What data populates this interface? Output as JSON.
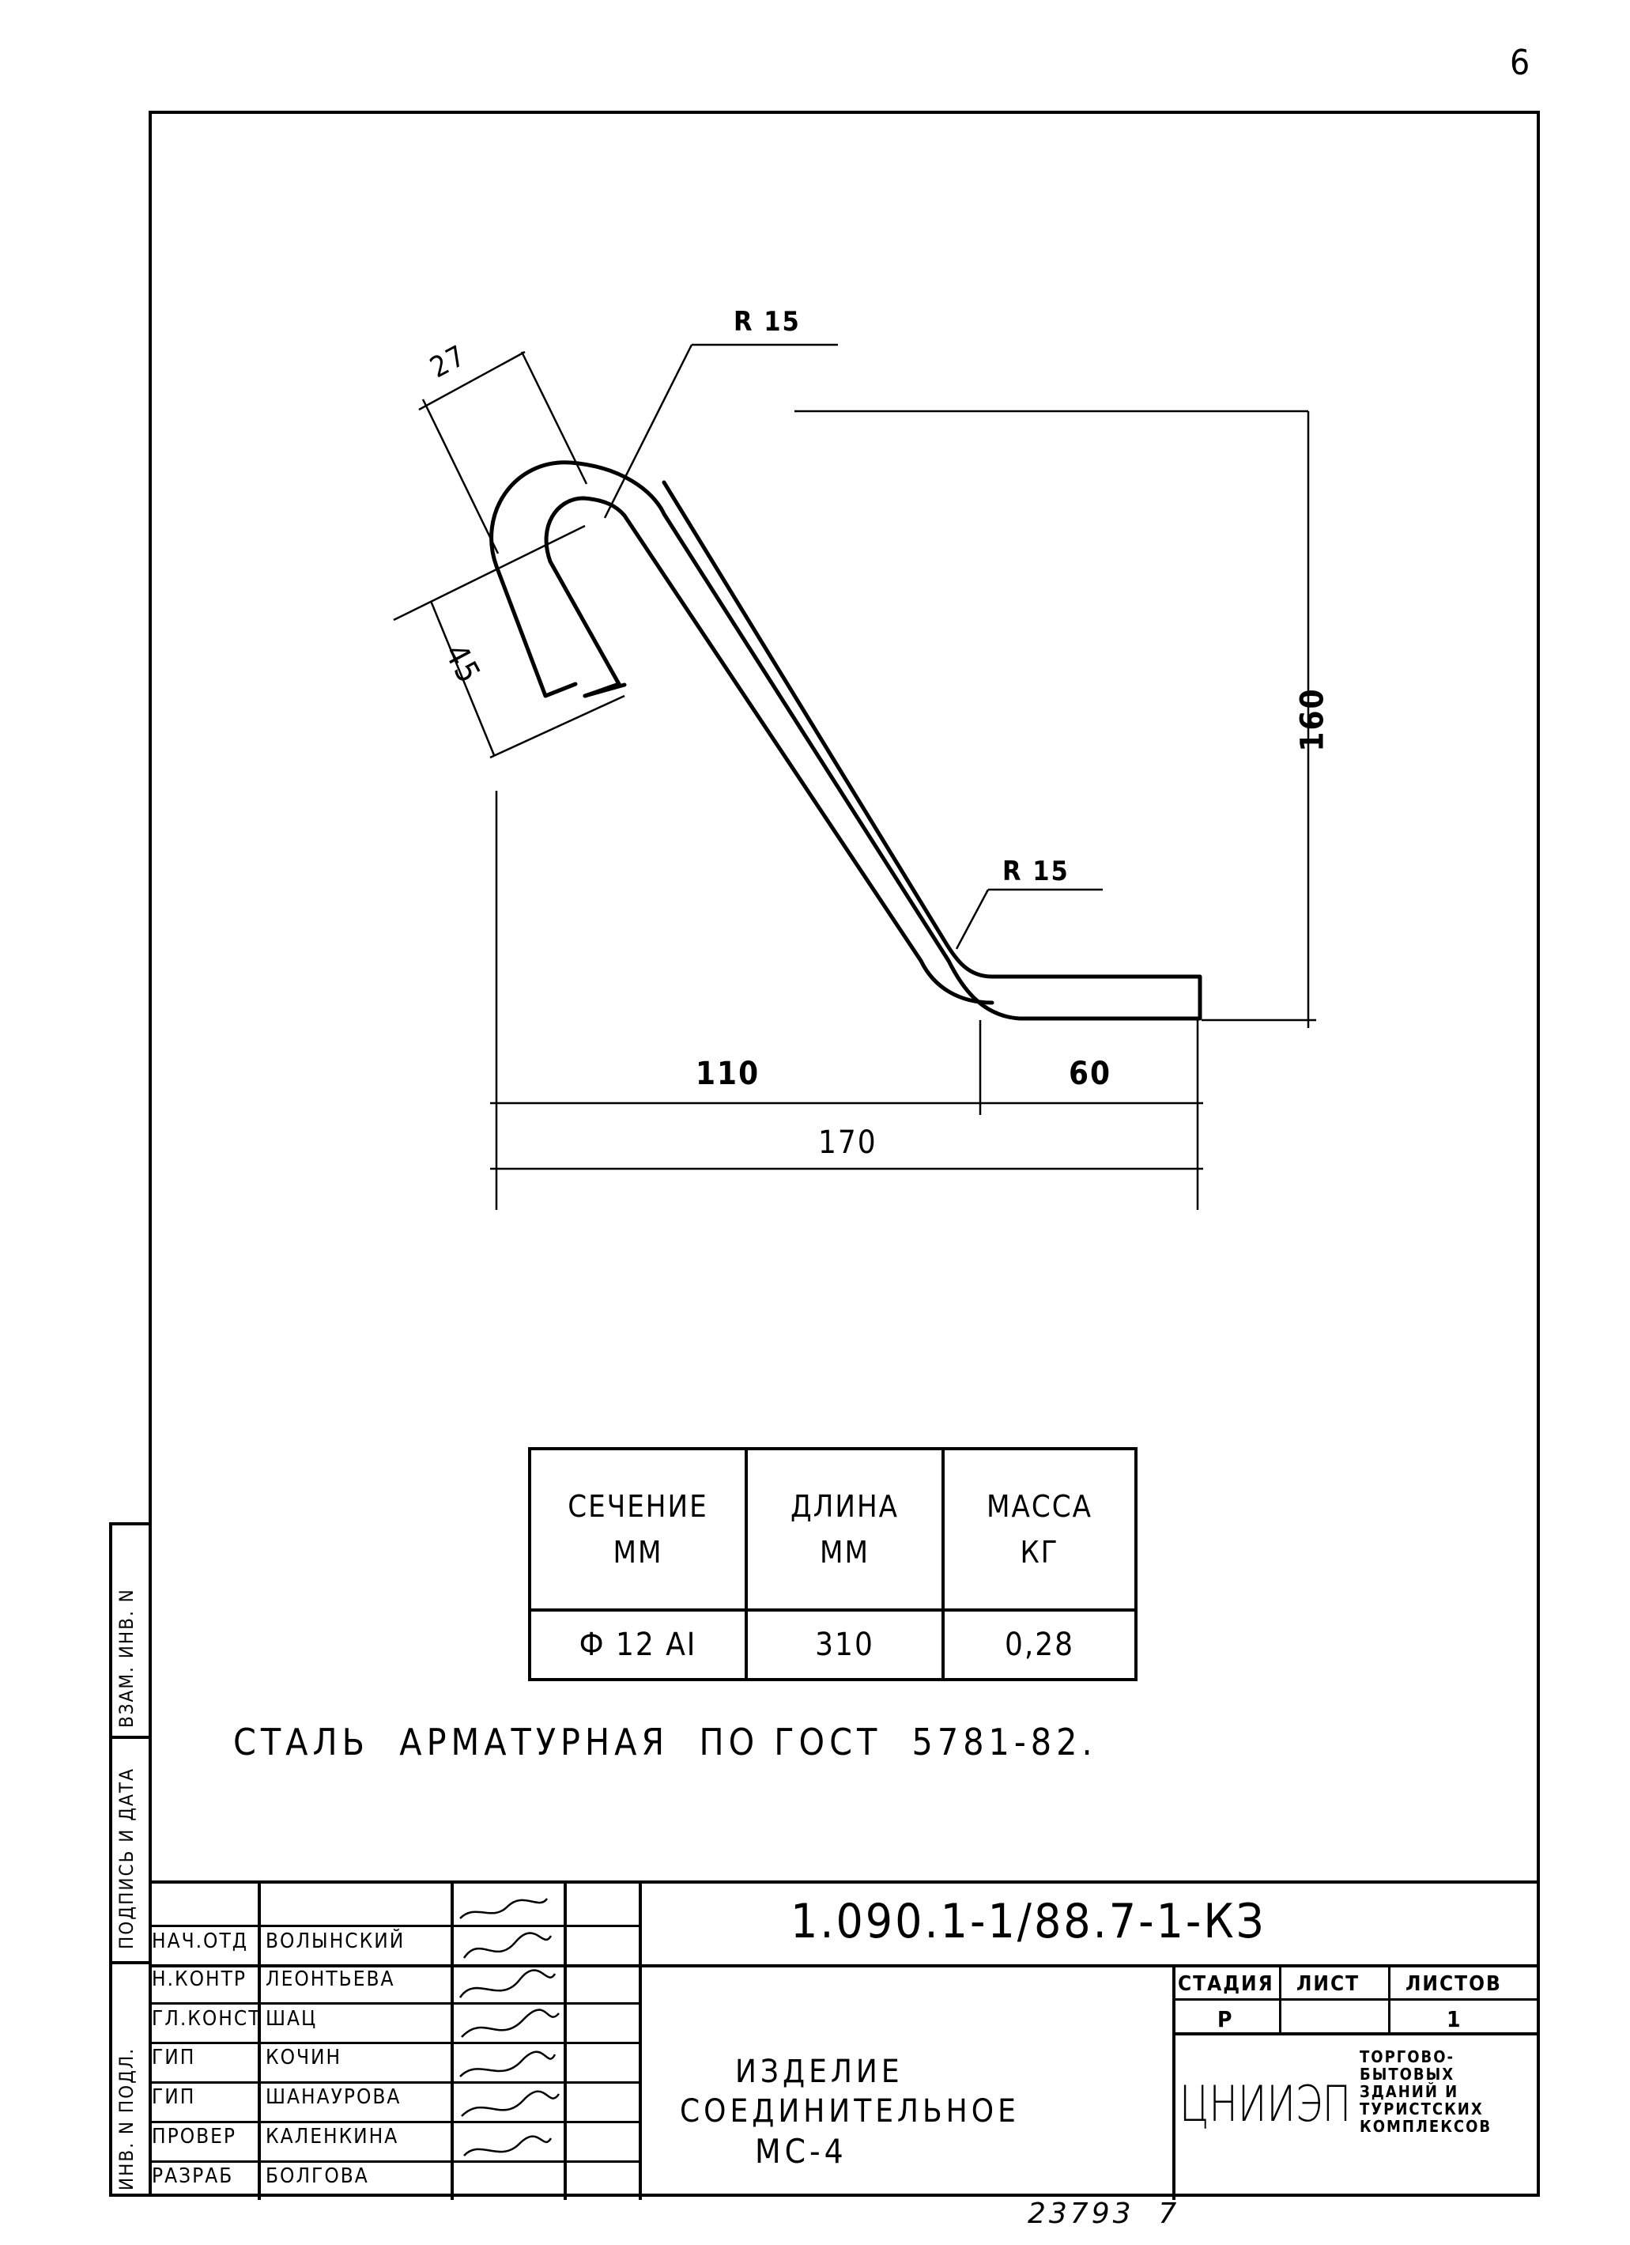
{
  "page_number": "6",
  "drawing": {
    "dims": {
      "radius_top": "R 15",
      "radius_bottom": "R 15",
      "hook_width": "27",
      "hook_length": "45",
      "height": "160",
      "part1": "110",
      "part2": "60",
      "total": "170"
    }
  },
  "spec_table": {
    "headers": [
      {
        "line1": "СЕЧЕНИЕ",
        "line2": "ММ"
      },
      {
        "line1": "ДЛИНА",
        "line2": "ММ"
      },
      {
        "line1": "МАССА",
        "line2": "КГ"
      }
    ],
    "row": [
      "Ф 12 АI",
      "310",
      "0,28"
    ]
  },
  "note": "СТАЛЬ  АРМАТУРНАЯ  ПО ГОСТ  5781-82.",
  "side_labels": {
    "inv_podl": "ИНВ. N ПОДЛ.",
    "podpis": "ПОДПИСЬ И ДАТА",
    "vzam": "ВЗАМ. ИНВ. N"
  },
  "title_block": {
    "doc_code": "1.090.1-1/88.7-1-КЗ",
    "roles": [
      {
        "role": "НАЧ.ОТД",
        "name": "ВОЛЫНСКИЙ"
      },
      {
        "role": "Н.КОНТР",
        "name": "ЛЕОНТЬЕВА"
      },
      {
        "role": "ГЛ.КОНСТ",
        "name": "ШАЦ"
      },
      {
        "role": "ГИП",
        "name": "КОЧИН"
      },
      {
        "role": "ГИП",
        "name": "ШАНАУРОВА"
      },
      {
        "role": "ПРОВЕР",
        "name": "КАЛЕНКИНА"
      },
      {
        "role": "РАЗРАБ",
        "name": "БОЛГОВА"
      }
    ],
    "product_name": [
      "ИЗДЕЛИЕ",
      "СОЕДИНИТЕЛЬНОЕ",
      "МС-4"
    ],
    "stage_label": "СТАДИЯ",
    "sheet_label": "ЛИСТ",
    "sheets_label": "ЛИСТОВ",
    "stage_value": "Р",
    "sheet_value": "",
    "sheets_value": "1",
    "org_logo": "ЦНИИЭП",
    "org_desc": [
      "ТОРГОВО-",
      "БЫТОВЫХ",
      "ЗДАНИЙ И",
      "ТУРИСТСКИХ",
      "КОМПЛЕКСОВ"
    ]
  },
  "footer_number": "23793  7"
}
